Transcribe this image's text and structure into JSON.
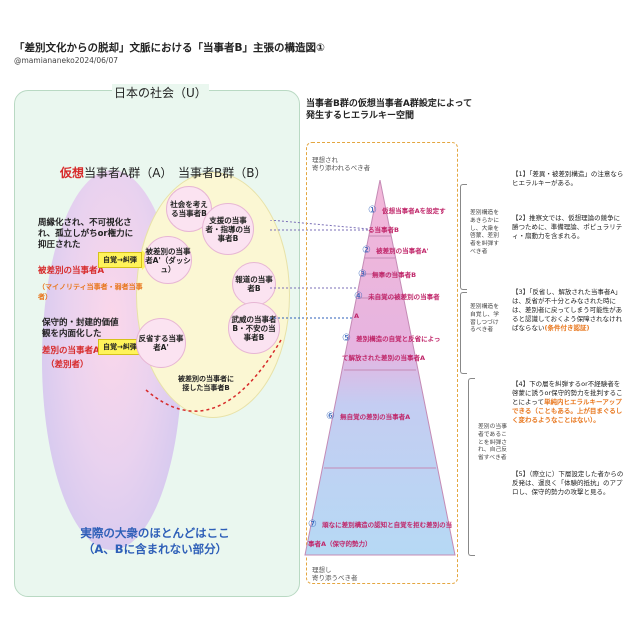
{
  "title": "「差別文化からの脱却」文脈における「当事者B」主張の構造図①",
  "handle": "@mamiananeko2024/06/07",
  "society": {
    "title": "日本の社会（U）"
  },
  "groupA": {
    "label_prefix": "仮想",
    "label_suffix": "当事者A群（A）",
    "upper_text": "周縁化され、不可視化され、孤立しがちor権力に抑圧された",
    "upper_red": "被差別の当事者A",
    "upper_orange": "（マイノリティ当事者・弱者当事者）",
    "lower_text": "保守的・封建的価値観を内面化した",
    "lower_red": "差別の当事者A",
    "lower_red2": "（差別者）",
    "arrow_upper": "自覚→糾弾",
    "arrow_lower": "自覚→糾弾"
  },
  "groupB": {
    "label": "当事者B群（B）",
    "bubbles": [
      "社会を考える当事者B",
      "支援の当事者・指導の当事者B",
      "被差別の当事者A'（ダッシュ）",
      "報道の当事者B",
      "反省する当事者A'",
      "武威の当事者B・不安の当事者B"
    ],
    "bottom_text": "被差別の当事者に接した当事者B"
  },
  "mass": {
    "line1": "実際の大衆のほとんどはここ",
    "line2": "（A、Bに含まれない部分）"
  },
  "pyramid": {
    "title_line1": "当事者B群の仮想当事者A群設定によって",
    "title_line2": "発生するヒエラルキー空間",
    "top_label_line1": "理想され",
    "top_label_line2": "寄り添われるべき者",
    "bottom_label_line1": "理想し",
    "bottom_label_line2": "寄り添うべき者",
    "layers": [
      {
        "num": "①",
        "text": "仮想当事者Aを設定する当事者B"
      },
      {
        "num": "②",
        "text": "被差別の当事者A'"
      },
      {
        "num": "③",
        "text": "無辜の当事者B"
      },
      {
        "num": "④",
        "text": "未自覚の被差別の当事者A"
      },
      {
        "num": "⑤",
        "text": "差別構造の自覚と反省によって解放された差別の当事者A"
      },
      {
        "num": "⑥",
        "text": "無自覚の差別の当事者A"
      },
      {
        "num": "⑦",
        "text": "頑なに差別構造の認知と自覚を拒む差別の当事者A（保守的勢力）"
      }
    ],
    "side_notes": [
      "差別構造をあきらかにし、大衆を啓蒙、差別者を糾弾すべき者",
      "差別構造を自覚し、学習しつづけるべき者",
      "差別の当事者であることを糾弾され、自己反省すべき者"
    ]
  },
  "notes": [
    {
      "text": "【1】「差異・被差別構造」の注意ならヒエラルキーがある。",
      "highlight": ""
    },
    {
      "text": "【2】推察文では、仮想理論の競争に勝つために、準備理論、ポピュラリティ・扇動力を含まれる。",
      "highlight": ""
    },
    {
      "text": "【3】「反省し、解放された当事者A」は、反省が不十分とみなされた時には、差別者に戻ってしまう可能性があると認識しておくよう保障されなければならない",
      "highlight": "(条件付き認証)"
    },
    {
      "text": "【4】下の層を糾弾するor不経験者を啓蒙に誘うor保守的勢力を批判することによって",
      "highlight": "単純内ヒエラルキーアップできる（こともある。上が目まぐるしく変わるようなことはない）。"
    },
    {
      "text": "【5】（際立に）下層設定した者からの反発は、運良く「体験的抵抗」のアプロし、保守的勢力の攻撃と見る。",
      "highlight": ""
    }
  ]
}
